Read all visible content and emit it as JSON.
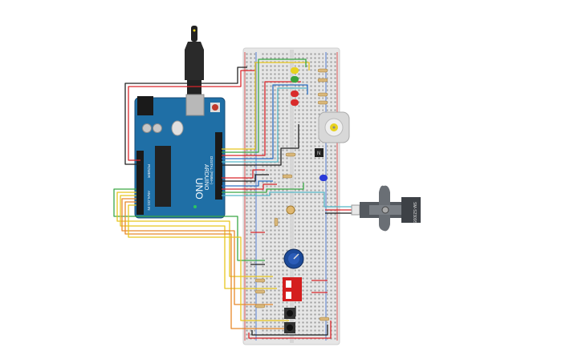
{
  "arduino": {
    "brand": "ARDUINO",
    "model": "UNO",
    "digital_label": "DIGITAL (PWM~)",
    "analog_label": "ANALOG IN",
    "power_label": "POWER",
    "aref_label": "AREF",
    "gnd_label": "GND",
    "board_color": "#1f6fa6"
  },
  "servo": {
    "label": "SM-S2309S",
    "color": "#555a60"
  },
  "components": {
    "usb_icon": "usb-cable-icon",
    "motor_icon": "dc-motor-icon",
    "potentiometer_icon": "potentiometer-icon",
    "dip_switch_icon": "dip-switch-icon",
    "pushbutton_icon": "pushbutton-icon",
    "photoresistor_icon": "photoresistor-icon",
    "transistor_icon": "transistor-icon"
  },
  "colors": {
    "wire_red": "#d9262b",
    "wire_black": "#222222",
    "wire_green": "#3aa845",
    "wire_yellow": "#e8c51e",
    "wire_orange": "#e8892a",
    "wire_blue": "#2c6fc2",
    "wire_cyan": "#55b8c8",
    "breadboard": "#e8e8e8",
    "led_red": "#d92b2b",
    "led_green": "#3ba33b",
    "led_yellow": "#e8d21e",
    "led_blue": "#2b3bd9"
  }
}
